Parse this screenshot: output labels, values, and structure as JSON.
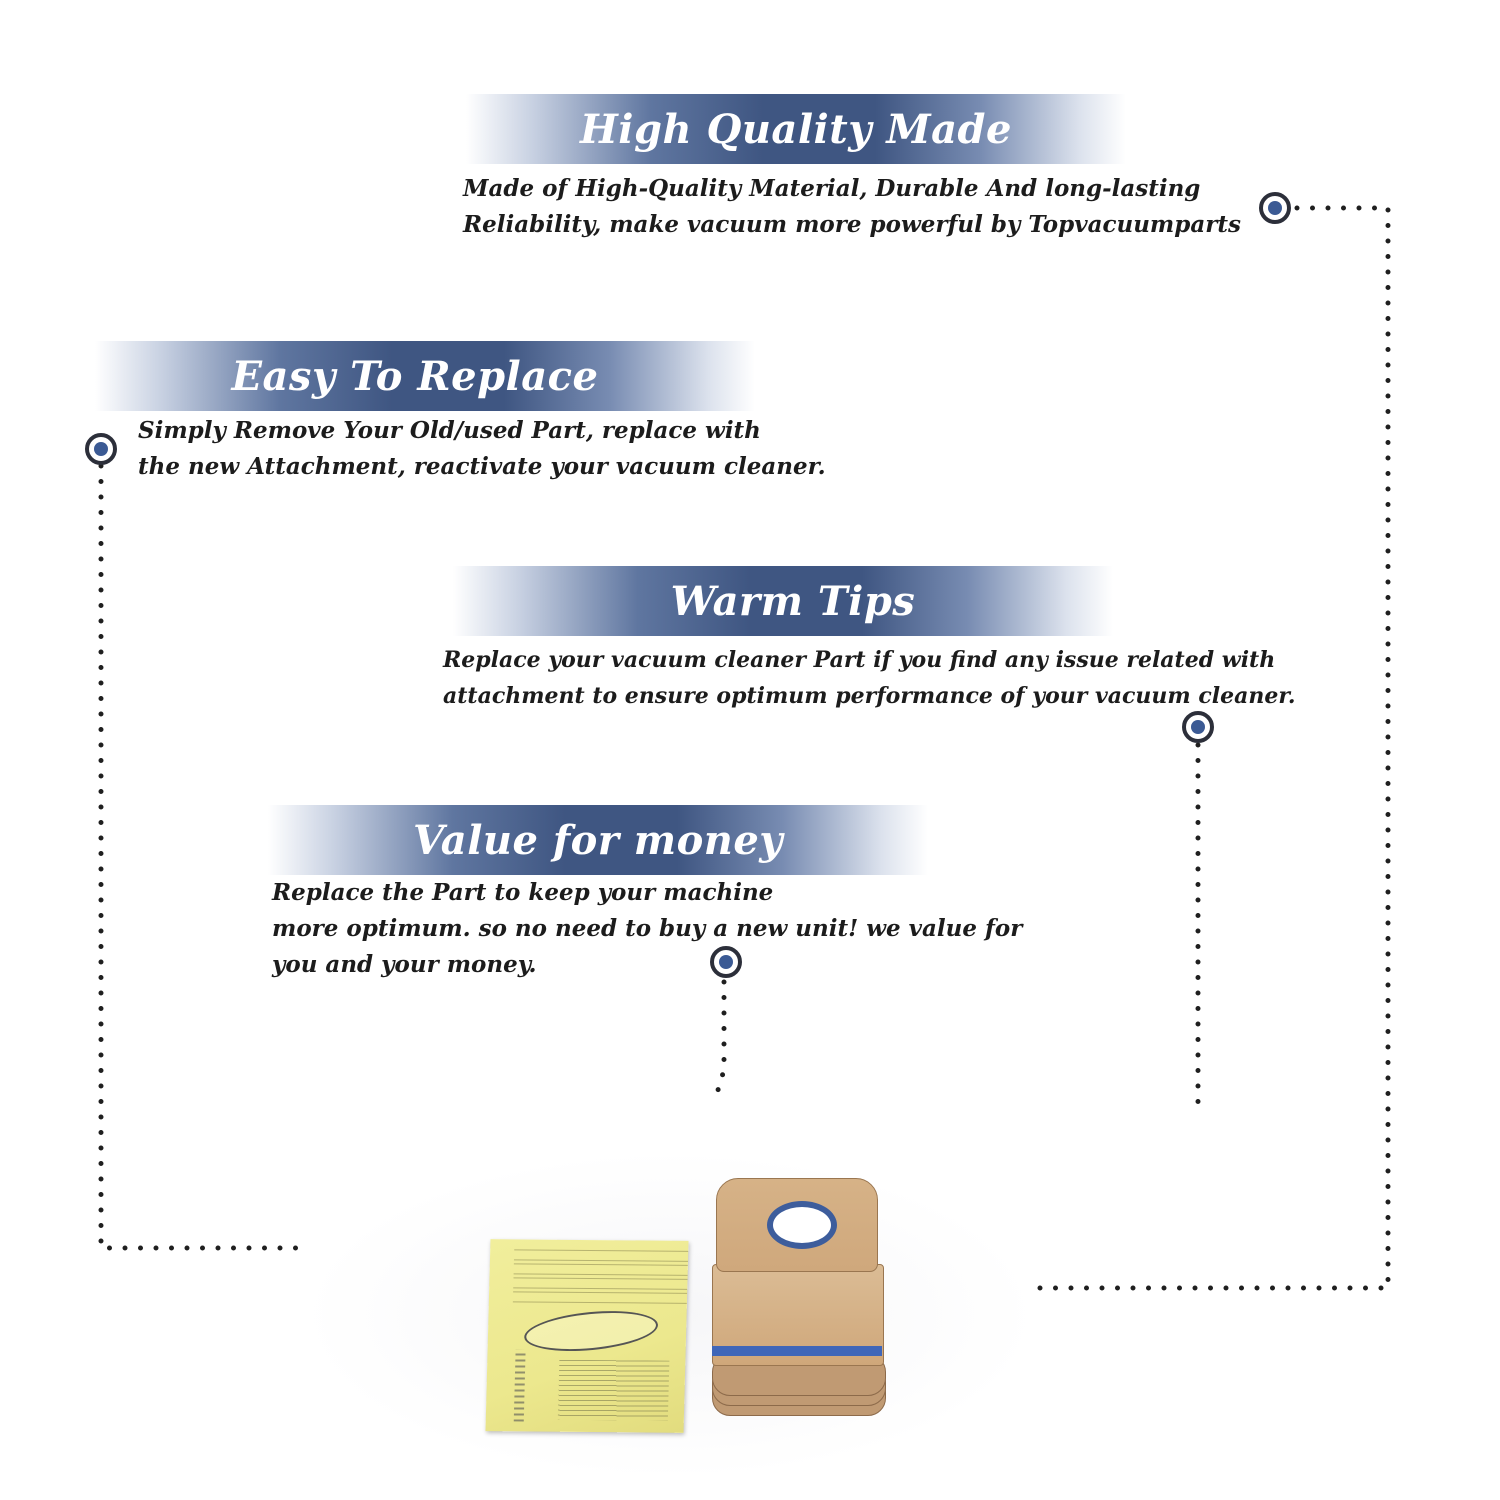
{
  "features": [
    {
      "title": "High Quality Made",
      "lines": [
        "Made of  High-Quality Material, Durable And long-lasting",
        "Reliability, make vacuum more powerful by Topvacuumparts"
      ]
    },
    {
      "title": "Easy To Replace",
      "lines": [
        "Simply Remove Your Old/used Part, replace with",
        "the new Attachment, reactivate your vacuum cleaner."
      ]
    },
    {
      "title": "Warm Tips",
      "lines": [
        "Replace your vacuum cleaner Part if you find any issue related with",
        " attachment to ensure optimum performance of your vacuum cleaner."
      ]
    },
    {
      "title": "Value for money",
      "lines": [
        "Replace the Part to keep your machine",
        "more optimum. so no need to buy a new unit! we value for",
        "you and your money."
      ]
    }
  ],
  "colors": {
    "banner": "#3f5682",
    "node_fill": "#3b5a94",
    "dots": "#1f1f1f"
  }
}
